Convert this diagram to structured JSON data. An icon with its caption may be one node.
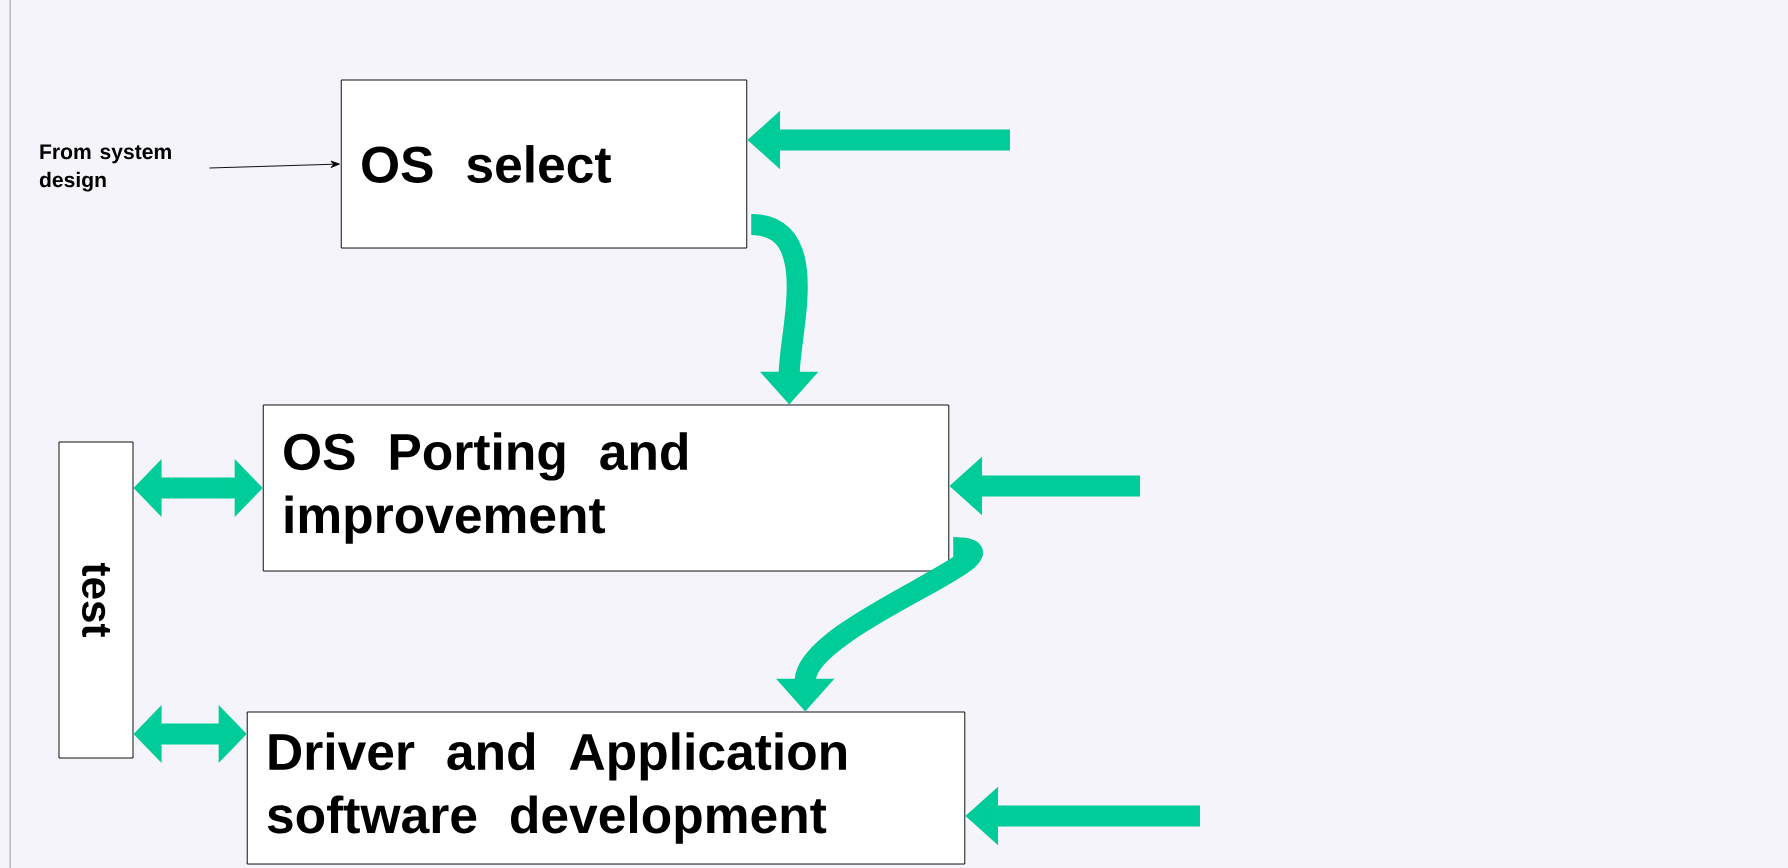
{
  "diagram": {
    "nodes": [
      {
        "text": [
          "From system design"
        ]
      },
      {
        "text": [
          "OS select"
        ]
      },
      {
        "text": [
          "OS Porting and improvement"
        ]
      },
      {
        "text": [
          "Driver and Application software development"
        ]
      },
      {
        "text": [
          "test"
        ]
      }
    ],
    "edges": [
      {
        "from": 0,
        "to": 1,
        "arrow": "to",
        "color": "#000000"
      },
      {
        "from": 1,
        "to": 2,
        "arrow": "to"
      },
      {
        "from": 2,
        "to": 3,
        "arrow": "to"
      },
      {
        "from": 4,
        "to": 2,
        "arrow": "both"
      },
      {
        "from": 4,
        "to": 3,
        "arrow": "both"
      },
      {
        "from": null,
        "to": 1,
        "arrow": "to"
      },
      {
        "from": null,
        "to": 2,
        "arrow": "to"
      },
      {
        "from": null,
        "to": 3,
        "arrow": "to"
      }
    ]
  }
}
